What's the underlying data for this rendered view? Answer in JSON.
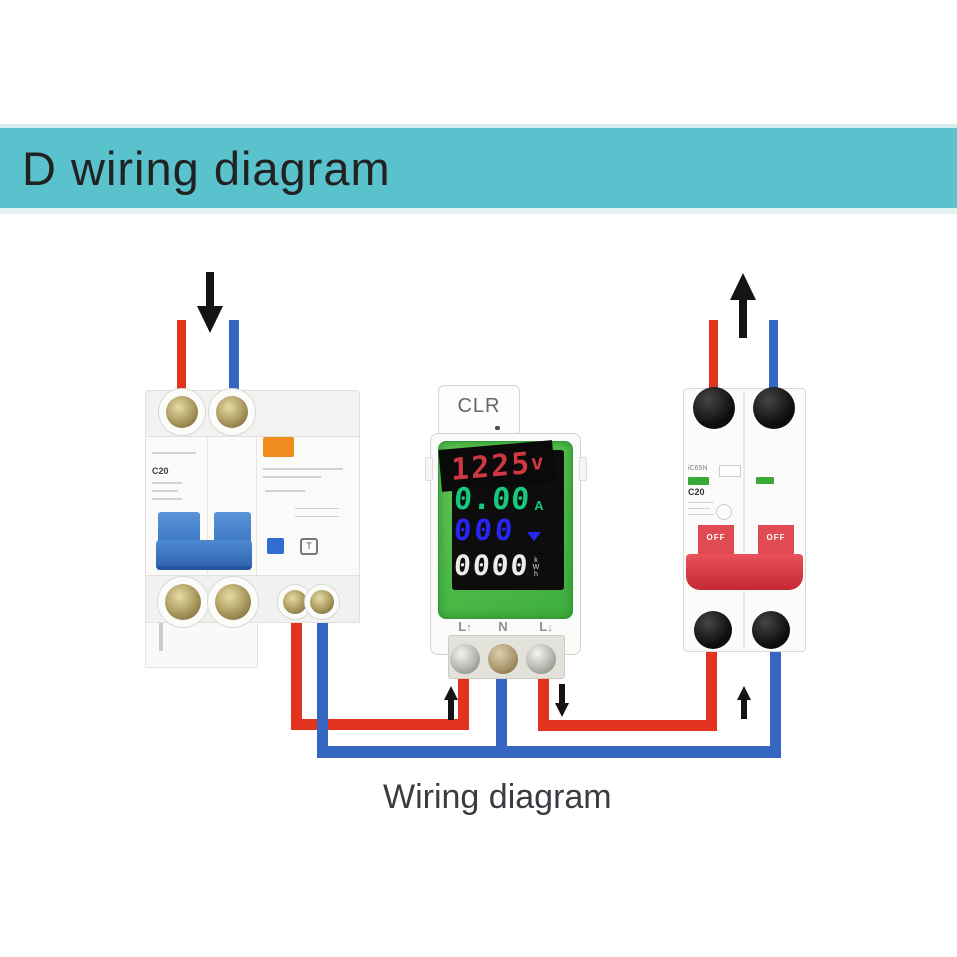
{
  "header": {
    "title": "D wiring diagram"
  },
  "caption": {
    "text": "Wiring diagram"
  },
  "meter": {
    "button_label": "CLR",
    "display": {
      "voltage_value": "1225",
      "voltage_unit": "v",
      "current_value": "0.00",
      "current_unit": "A",
      "power_value": "000",
      "energy_value": "0000",
      "energy_unit": "kWh"
    },
    "terminals": [
      {
        "label": "L",
        "arrow": "↑"
      },
      {
        "label": "N",
        "arrow": ""
      },
      {
        "label": "L",
        "arrow": "↓"
      }
    ]
  },
  "left_breaker": {
    "rating": "C20",
    "test_button": "T"
  },
  "right_breaker": {
    "model": "iC65N",
    "rating": "C20",
    "handle_label": "OFF"
  },
  "colors": {
    "header_teal": "#5ac2cd",
    "wire_live": "#e2331f",
    "wire_neutral": "#3566c2",
    "meter_face_green": "#4cbd47",
    "display_voltage_red": "#cf3742",
    "display_current_green": "#17c97d",
    "display_power_blue": "#2726f5",
    "display_energy_white": "#ececec",
    "toggle_blue": "#3f7ec7",
    "handle_red": "#d93842",
    "label_orange": "#f08c1e"
  }
}
